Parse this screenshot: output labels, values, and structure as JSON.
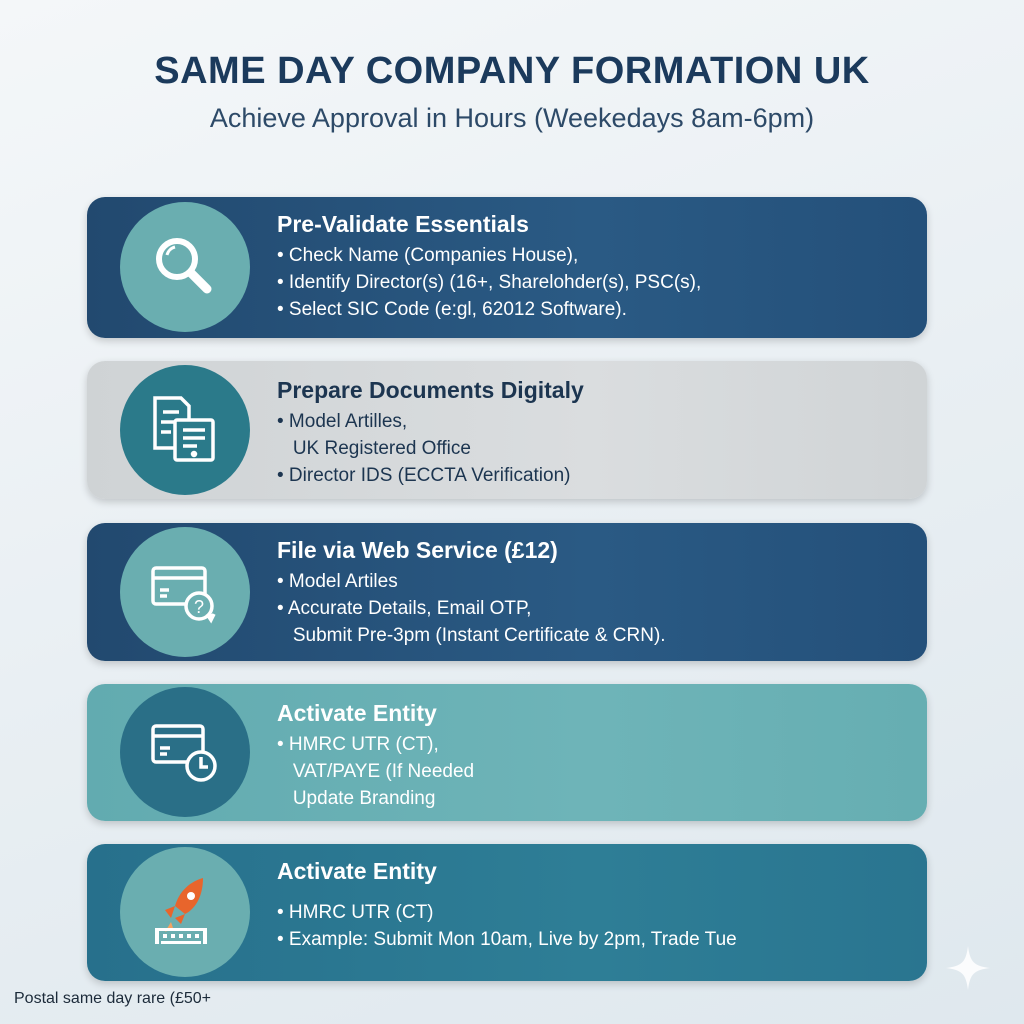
{
  "header": {
    "title": "SAME DAY COMPANY FORMATION UK",
    "subtitle": "Achieve Approval in Hours (Weekedays 8am-6pm)"
  },
  "steps": [
    {
      "icon": "magnifier-icon",
      "heading": "Pre-Validate Essentials",
      "lines": [
        "• Check Name (Companies House),",
        "• Identify Director(s) (16+, Sharelohder(s), PSC(s),",
        "• Select SIC Code (e:gl, 62012 Software)."
      ]
    },
    {
      "icon": "documents-icon",
      "heading": "Prepare Documents Digitaly",
      "lines": [
        "• Model Artilles,",
        "   UK Registered Office",
        "• Director IDS (ECCTA Verification)"
      ]
    },
    {
      "icon": "card-payment-icon",
      "heading": "File via Web Service (£12)",
      "lines": [
        "• Model Artiles",
        "• Accurate Details, Email OTP,",
        "   Submit Pre-3pm (Instant Certificate & CRN)."
      ]
    },
    {
      "icon": "card-clock-icon",
      "heading": "Activate Entity",
      "lines": [
        "• HMRC UTR (CT),",
        "   VAT/PAYE (If Needed",
        "   Update Branding"
      ]
    },
    {
      "icon": "rocket-icon",
      "heading": "Activate Entity",
      "lines": [
        "• HMRC UTR (CT)",
        "• Example: Submit Mon 10am, Live by 2pm, Trade Tue"
      ]
    }
  ],
  "footnote": "Postal same day rare (£50+",
  "colors": {
    "title": "#1b3a5c",
    "navy": "#24507a",
    "gray": "#d3d6d8",
    "teal_light": "#66aeb2",
    "teal_dark": "#2a7590",
    "rocket": "#e8652c"
  }
}
